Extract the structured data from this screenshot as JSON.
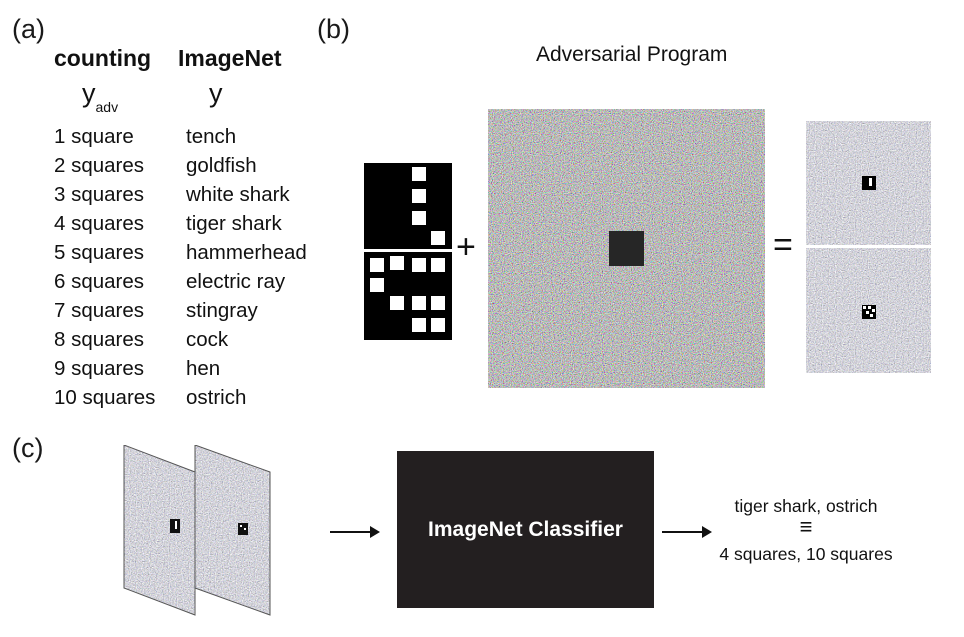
{
  "panels": {
    "a_label": "(a)",
    "b_label": "(b)",
    "c_label": "(c)"
  },
  "table": {
    "col1_header": "counting",
    "col2_header": "ImageNet",
    "col1_var": "y",
    "col1_var_sub": "adv",
    "col2_var": "y",
    "rows": [
      {
        "count": "1 square",
        "label": "tench"
      },
      {
        "count": "2 squares",
        "label": "goldfish"
      },
      {
        "count": "3 squares",
        "label": "white shark"
      },
      {
        "count": "4 squares",
        "label": "tiger shark"
      },
      {
        "count": "5 squares",
        "label": "hammerhead"
      },
      {
        "count": "6 squares",
        "label": "electric ray"
      },
      {
        "count": "7 squares",
        "label": "stingray"
      },
      {
        "count": "8 squares",
        "label": "cock"
      },
      {
        "count": "9 squares",
        "label": "hen"
      },
      {
        "count": "10 squares",
        "label": "ostrich"
      }
    ]
  },
  "program": {
    "title": "Adversarial Program",
    "plus": "+",
    "equals": "="
  },
  "pipeline": {
    "classifier_label": "ImageNet Classifier",
    "output_top": "tiger shark, ostrich",
    "equiv_symbol": "≡",
    "output_bottom": "4 squares, 10 squares"
  },
  "colors": {
    "classifier_bg": "#231f20",
    "noise_base": "#9a8f86"
  }
}
